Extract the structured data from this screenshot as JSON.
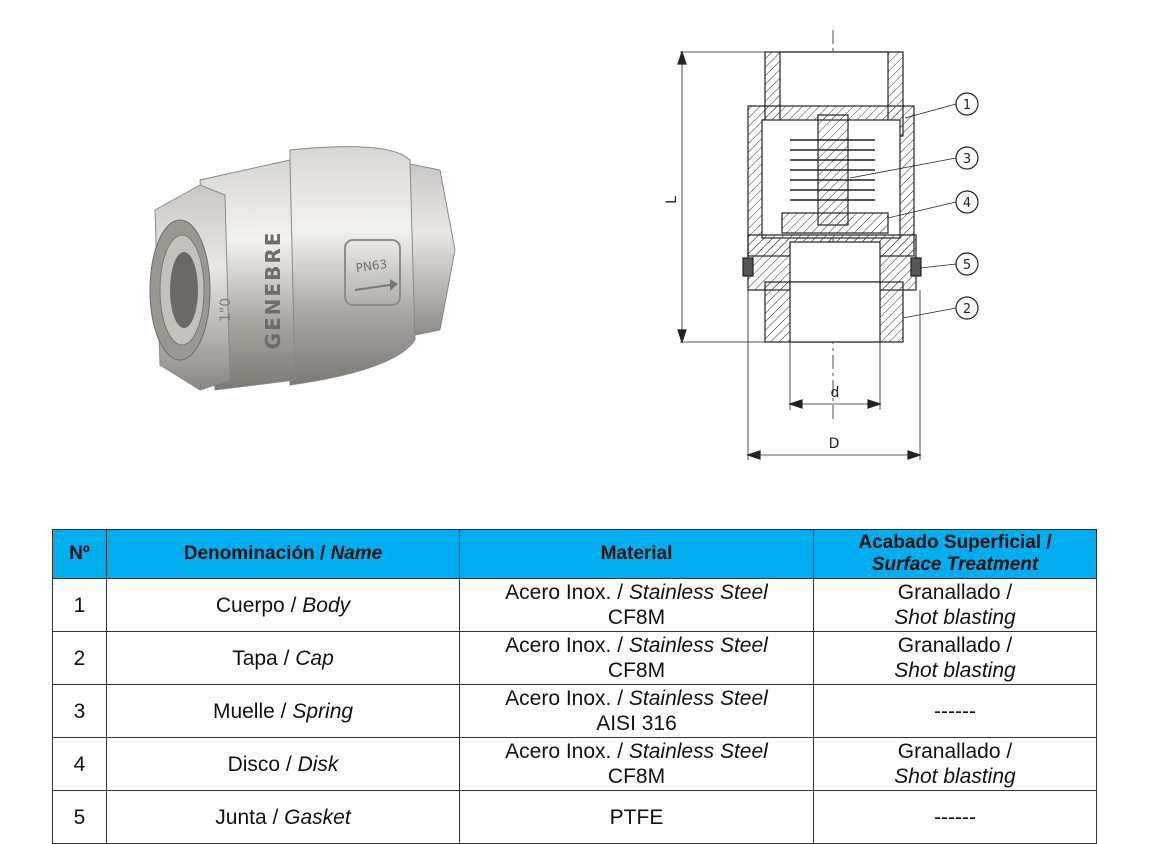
{
  "photo": {
    "brand": "GENEBRE",
    "marking": "PN63",
    "side_mark": "1\"0"
  },
  "drawing": {
    "dim_length": "L",
    "dim_inner": "d",
    "dim_outer": "D",
    "callouts": [
      "1",
      "2",
      "3",
      "4",
      "5"
    ]
  },
  "table": {
    "headers": {
      "no": "Nº",
      "name_es": "Denominación",
      "name_en": "Name",
      "material": "Material",
      "finish_es": "Acabado Superficial /",
      "finish_en": "Surface Treatment"
    },
    "rows": [
      {
        "no": "1",
        "name_es": "Cuerpo",
        "name_en": "Body",
        "mat_es": "Acero Inox.",
        "mat_en": "Stainless Steel",
        "mat_grade": "CF8M",
        "finish_es": "Granallado /",
        "finish_en": "Shot blasting"
      },
      {
        "no": "2",
        "name_es": "Tapa",
        "name_en": "Cap",
        "mat_es": "Acero Inox.",
        "mat_en": "Stainless Steel",
        "mat_grade": "CF8M",
        "finish_es": "Granallado /",
        "finish_en": "Shot blasting"
      },
      {
        "no": "3",
        "name_es": "Muelle",
        "name_en": "Spring",
        "mat_es": "Acero Inox.",
        "mat_en": "Stainless Steel",
        "mat_grade": "AISI 316",
        "finish_plain": "------"
      },
      {
        "no": "4",
        "name_es": "Disco",
        "name_en": "Disk",
        "mat_es": "Acero Inox.",
        "mat_en": "Stainless Steel",
        "mat_grade": "CF8M",
        "finish_es": "Granallado /",
        "finish_en": "Shot blasting"
      },
      {
        "no": "5",
        "name_es": "Junta",
        "name_en": "Gasket",
        "mat_plain": "PTFE",
        "finish_plain": "------"
      }
    ]
  }
}
